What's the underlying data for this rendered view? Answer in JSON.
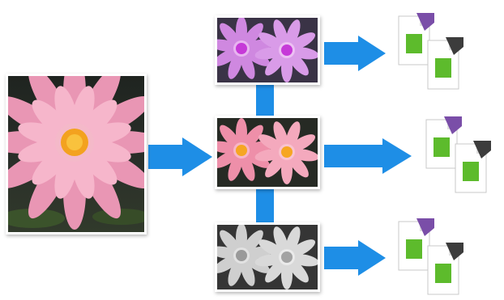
{
  "diagram": {
    "source": {
      "icon": "pink-water-lily-photo",
      "background": "#2b302a"
    },
    "variants": [
      {
        "icon": "purple-tinted-lily-photo",
        "tint": "purple",
        "background": "#3a3346",
        "petal_color": "#d98fe6",
        "center_color": "#c63ad8"
      },
      {
        "icon": "original-color-lily-photo",
        "tint": "original",
        "background": "#262a24",
        "petal_color": "#f4a9bd",
        "center_color": "#f6a623"
      },
      {
        "icon": "grayscale-lily-photo",
        "tint": "grayscale",
        "background": "#353535",
        "petal_color": "#d9d9d9",
        "center_color": "#9a9a9a"
      }
    ],
    "output_files": {
      "icon": "image-file-icons",
      "front_badge_color": "#7a4ea8",
      "back_badge_color": "#3c3c3c",
      "picture_color": "#5dbb2c"
    },
    "colors": {
      "arrow": "#1e8ee6",
      "connector": "#1e8ee6",
      "frame": "#ffffff"
    }
  }
}
